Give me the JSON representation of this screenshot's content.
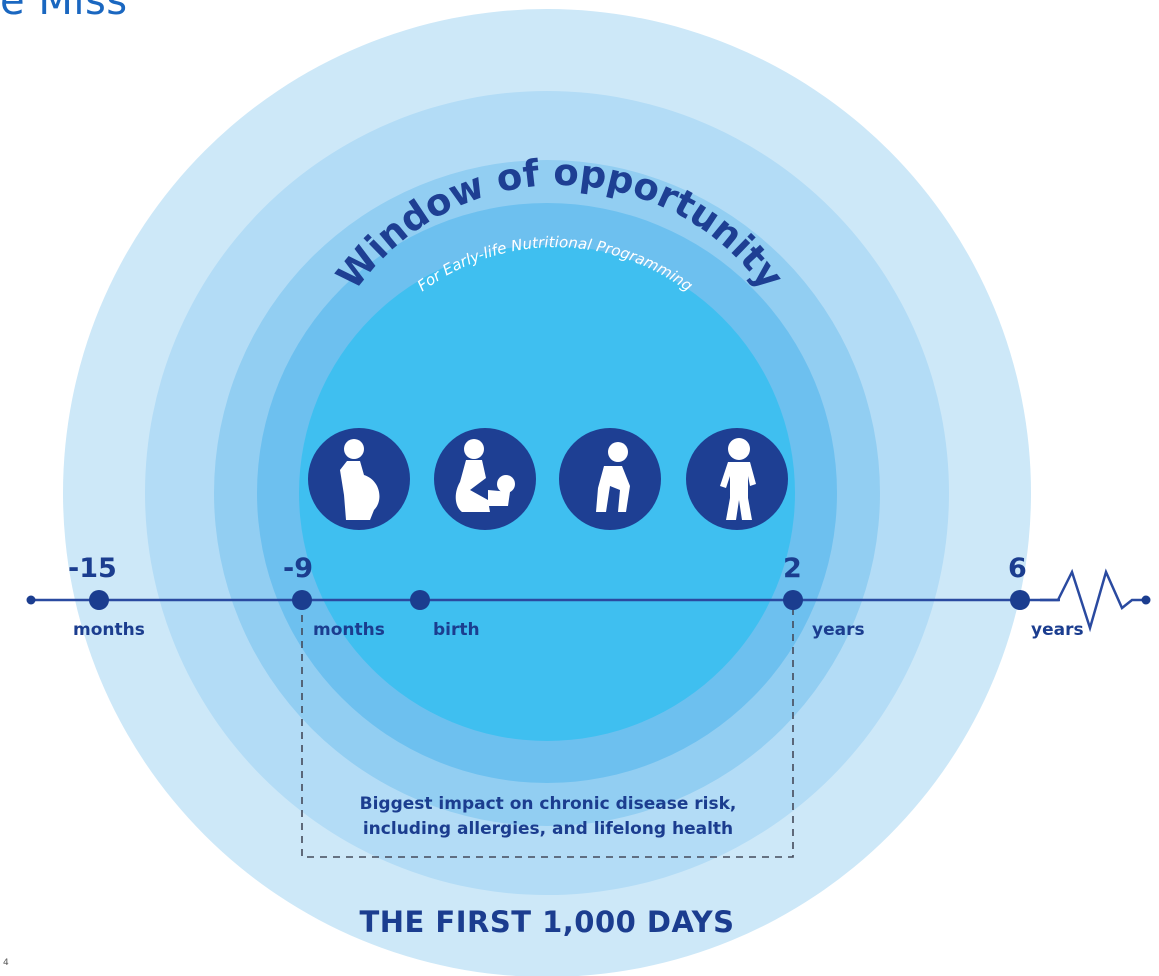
{
  "page_title": "e Miss",
  "arc_title": "Window of opportunity",
  "arc_subtitle": "For Early-life Nutritional Programming",
  "icons": [
    "pregnant-woman-icon",
    "mother-nursing-baby-icon",
    "crawling-baby-icon",
    "walking-toddler-icon"
  ],
  "timeline": {
    "ticks": [
      {
        "number": "-15",
        "unit": "months"
      },
      {
        "number": "-9",
        "unit": "months"
      },
      {
        "number": "",
        "unit": "birth"
      },
      {
        "number": "2",
        "unit": "years"
      },
      {
        "number": "6",
        "unit": "years"
      }
    ]
  },
  "window_note": {
    "line1": "Biggest impact on chronic disease risk,",
    "line2": "including allergies, and lifelong health"
  },
  "bottom_title": "THE FIRST 1,000 DAYS",
  "footnote": "4",
  "colors": {
    "ring_outer": "#cde8f8",
    "ring_2": "#b3dcf6",
    "ring_3": "#92cef2",
    "ring_4": "#6dc0ef",
    "core": "#3fbff0",
    "dark_blue": "#1b3d8f",
    "icon_blue": "#1e3f93",
    "line_blue": "#2a4aa0"
  }
}
